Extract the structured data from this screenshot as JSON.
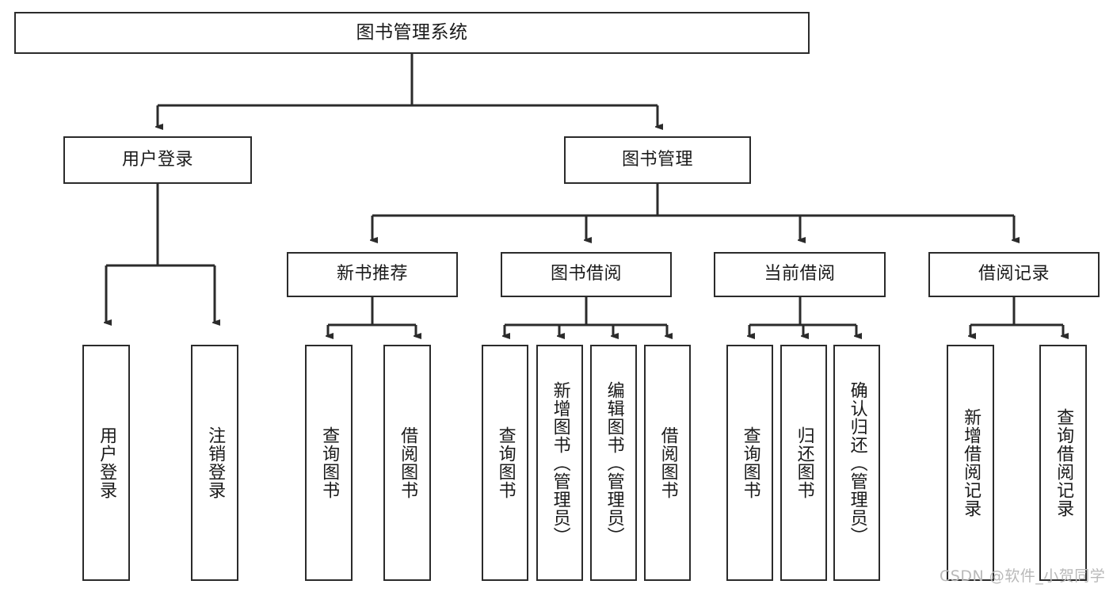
{
  "diagram": {
    "type": "tree-hierarchy",
    "title_node": {
      "id": "root",
      "label": "图书管理系统"
    },
    "level2": [
      {
        "id": "login",
        "label": "用户登录"
      },
      {
        "id": "bookmgmt",
        "label": "图书管理"
      }
    ],
    "level3": [
      {
        "id": "newbook",
        "label": "新书推荐",
        "parent": "bookmgmt"
      },
      {
        "id": "borrow",
        "label": "图书借阅",
        "parent": "bookmgmt"
      },
      {
        "id": "current",
        "label": "当前借阅",
        "parent": "bookmgmt"
      },
      {
        "id": "records",
        "label": "借阅记录",
        "parent": "bookmgmt"
      }
    ],
    "leaves": {
      "login": [
        {
          "id": "leaf-user-login",
          "label": "用户登录"
        },
        {
          "id": "leaf-user-logout",
          "label": "注销登录"
        }
      ],
      "newbook": [
        {
          "id": "leaf-query-book-1",
          "label": "查询图书"
        },
        {
          "id": "leaf-borrow-book-1",
          "label": "借阅图书"
        }
      ],
      "borrow": [
        {
          "id": "leaf-query-book-2",
          "label": "查询图书"
        },
        {
          "id": "leaf-add-book",
          "label": "新增图书（管理员）"
        },
        {
          "id": "leaf-edit-book",
          "label": "编辑图书（管理员）"
        },
        {
          "id": "leaf-borrow-book-2",
          "label": "借阅图书"
        }
      ],
      "current": [
        {
          "id": "leaf-query-book-3",
          "label": "查询图书"
        },
        {
          "id": "leaf-return-book",
          "label": "归还图书"
        },
        {
          "id": "leaf-confirm-return",
          "label": "确认归还（管理员）"
        }
      ],
      "records": [
        {
          "id": "leaf-add-record",
          "label": "新增借阅记录"
        },
        {
          "id": "leaf-query-record",
          "label": "查询借阅记录"
        }
      ]
    },
    "colors": {
      "stroke": "#2b2b2b",
      "fill": "#ffffff",
      "text": "#1a1a1a",
      "watermark": "#b9b9b9"
    }
  },
  "watermark": {
    "text": "CSDN @软件_小贺同学"
  }
}
